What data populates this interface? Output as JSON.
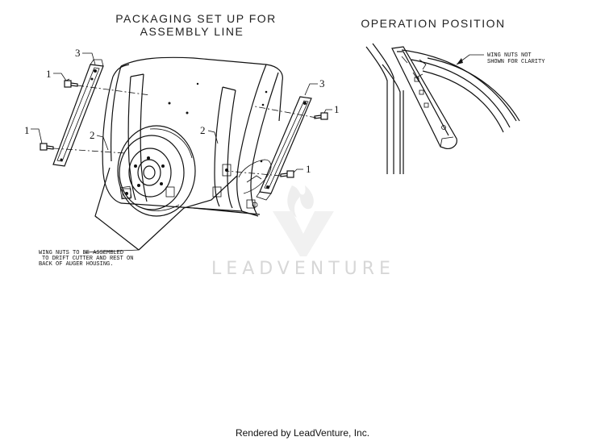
{
  "titles": {
    "packaging_line1": "PACKAGING SET UP FOR",
    "packaging_line2": "ASSEMBLY LINE",
    "operation": "OPERATION POSITION"
  },
  "notes": {
    "wing_nuts_line1": "WING NUTS NOT",
    "wing_nuts_line2": "SHOWN FOR CLARITY",
    "assembly_line1": "WING NUTS TO BE ASSEMBLED",
    "assembly_line2": "TO DRIFT CUTTER AND REST ON",
    "assembly_line3": "BACK OF AUGER HOUSING."
  },
  "callouts": {
    "c1_a": "1",
    "c1_b": "1",
    "c1_c": "1",
    "c1_d": "1",
    "c2_a": "2",
    "c2_b": "2",
    "c3_a": "3",
    "c3_b": "3"
  },
  "watermark": "LEADVENTURE",
  "footer": "Rendered by LeadVenture, Inc."
}
